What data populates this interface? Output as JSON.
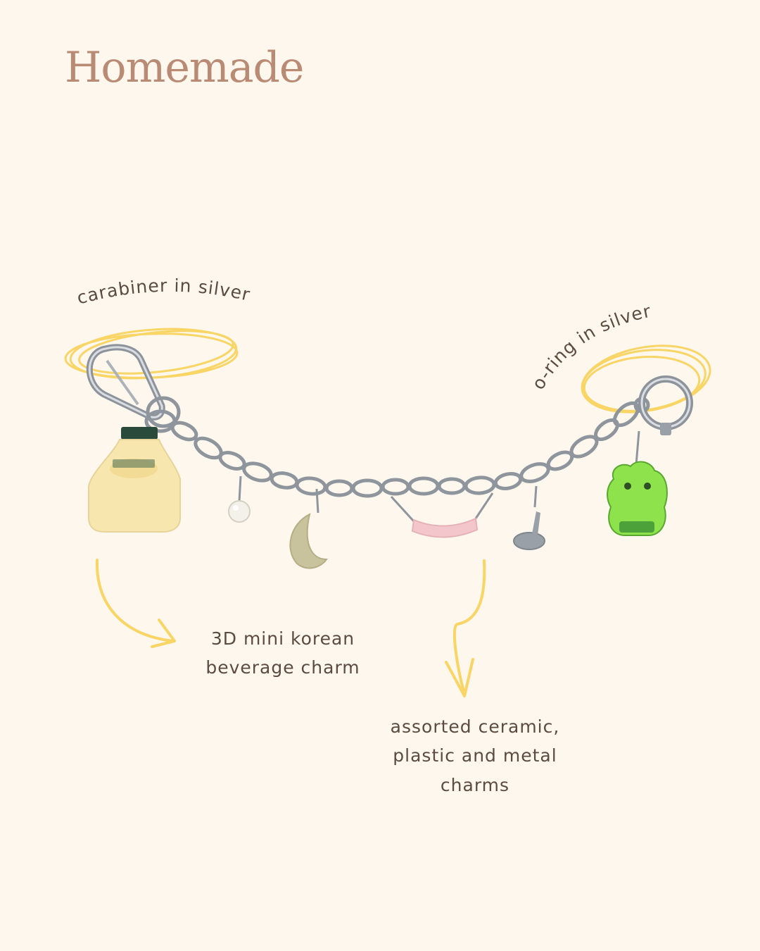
{
  "page": {
    "title": "Homemade"
  },
  "annotations": {
    "carabiner": "carabiner in silver",
    "oring": "o-ring in silver",
    "beverage_line1": "3D mini korean",
    "beverage_line2": "beverage charm",
    "assorted_line1": "assorted ceramic,",
    "assorted_line2": "plastic and metal",
    "assorted_line3": "charms"
  },
  "colors": {
    "background": "#fdf7ee",
    "title": "#b98a74",
    "text": "#5b4c3f",
    "highlight": "#f8d565",
    "silver": "#9aa0a8"
  },
  "icons": [
    "carabiner-icon",
    "o-ring-icon",
    "chain-icon",
    "bottle-charm-icon",
    "pearl-charm-icon",
    "moon-charm-icon",
    "pink-bead-icon",
    "rabbit-charm-icon",
    "frog-charm-icon",
    "curved-arrow-icon",
    "squiggle-arrow-icon"
  ]
}
